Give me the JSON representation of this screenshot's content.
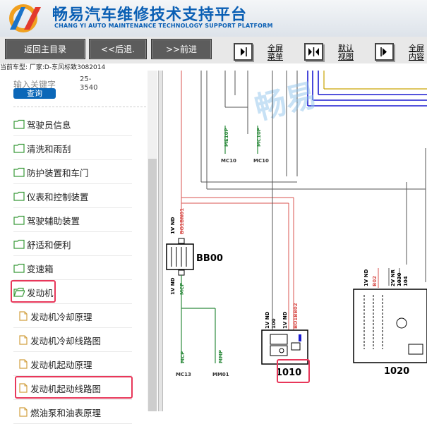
{
  "app": {
    "title_cn": "畅易汽车维修技术支持平台",
    "title_en": "CHANG YI AUTO MAINTENANCE TECHNOLOGY SUPPORT PLATFORM",
    "logo_icon": "cy-logo-icon"
  },
  "toolbar": {
    "back_main": "返回主目录",
    "prev": "<<后退.",
    "next": ">>前进",
    "fullscreen_menu": [
      "全屏",
      "菜单"
    ],
    "default_view": [
      "默认",
      "视图"
    ],
    "fullscreen_content": [
      "全屏",
      "内容"
    ]
  },
  "vehicle": "当前车型: 厂家:D-东风标致3082014",
  "search": {
    "placeholder": "输入关键字",
    "values": [
      "25-",
      "3540"
    ],
    "button": "查询"
  },
  "tree": {
    "items": [
      {
        "label": "驾驶员信息",
        "type": "folder"
      },
      {
        "label": "清洗和雨刮",
        "type": "folder"
      },
      {
        "label": "防护装置和车门",
        "type": "folder"
      },
      {
        "label": "仪表和控制装置",
        "type": "folder"
      },
      {
        "label": "驾驶辅助装置",
        "type": "folder"
      },
      {
        "label": "舒适和便利",
        "type": "folder"
      },
      {
        "label": "变速箱",
        "type": "folder"
      },
      {
        "label": "发动机",
        "type": "folder-open"
      },
      {
        "label": "发动机冷却原理",
        "type": "file"
      },
      {
        "label": "发动机冷却线路图",
        "type": "file"
      },
      {
        "label": "发动机起动原理",
        "type": "file"
      },
      {
        "label": "发动机起动线路图",
        "type": "file"
      },
      {
        "label": "燃油泵和油表原理",
        "type": "file"
      }
    ]
  },
  "diagram": {
    "watermark": "畅易",
    "components": {
      "bb00": "BB00",
      "c1010": "1010",
      "c1020": "1020"
    },
    "wire_labels": {
      "me10p": "ME10P",
      "mc10p": "MC10P",
      "mc10a": "MC10",
      "mc10b": "MC10",
      "bb00_top": "1V ND",
      "bb00_top_code": "BO1BN01",
      "bb00_bot": "1V ND",
      "bb00_bot_code": "MCP",
      "mcp": "MCP",
      "mc13": "MC13",
      "mmp": "MMP",
      "mm01": "MM01",
      "c1010_a": "1V ND",
      "c1010_a_code": "100",
      "c1010_b": "1V ND",
      "c1010_b_code": "BO1BB02",
      "c1020_a": "1V ND",
      "c1020_a_code": "B02",
      "c1020_b": "2V NR",
      "c1020_b_code1": "1030",
      "c1020_b_code2": "104"
    }
  },
  "colors": {
    "brand_blue": "#0a5fb4",
    "highlight": "#e8375a",
    "nav_button": "#5c5c5c",
    "query_button": "#0b67b8",
    "wire_red": "#d9534f",
    "wire_green": "#2e8b3e",
    "wire_blue": "#1a1ad0"
  }
}
